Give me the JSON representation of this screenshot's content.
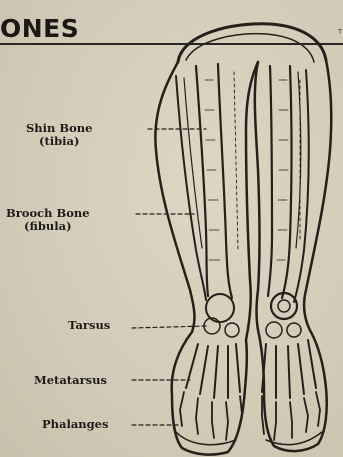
{
  "header": {
    "title": "ONES",
    "corner_mark": "T"
  },
  "labels": {
    "shin_bone": {
      "line1": "Shin Bone",
      "line2": "(tibia)"
    },
    "brooch_bone": {
      "line1": "Brooch Bone",
      "line2": "(fibula)"
    },
    "tarsus": "Tarsus",
    "metatarsus": "Metatarsus",
    "phalanges": "Phalanges"
  }
}
